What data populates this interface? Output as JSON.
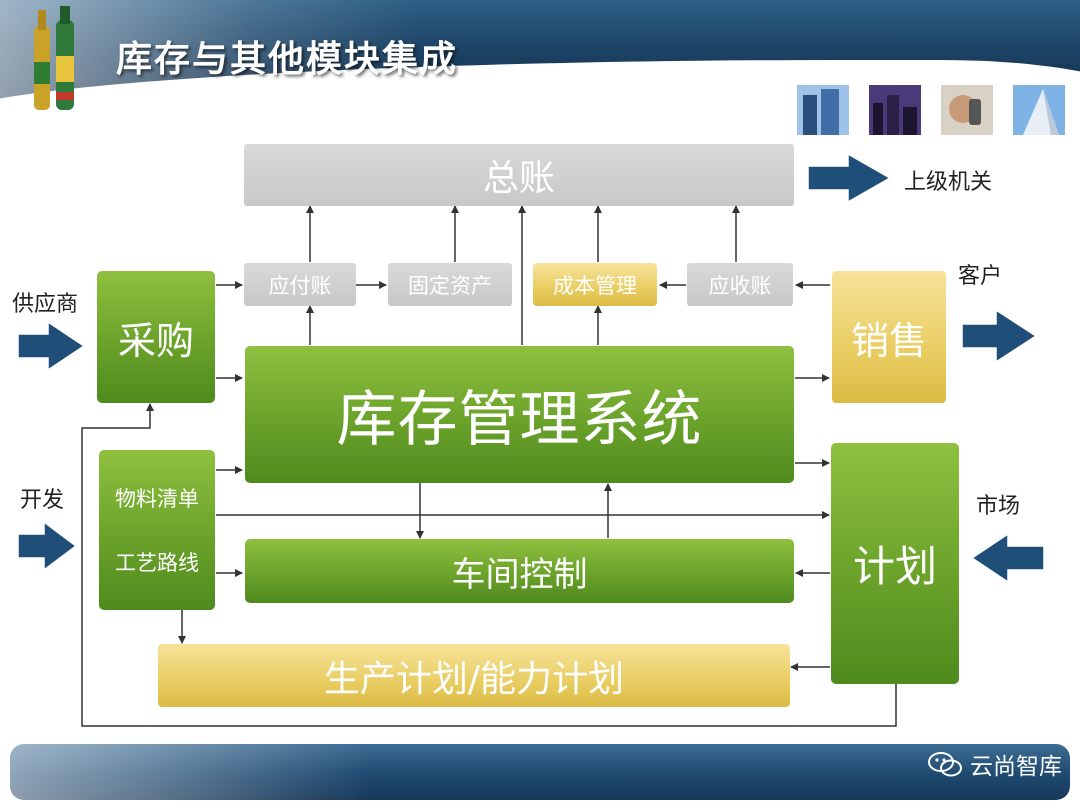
{
  "header": {
    "title": "库存与其他模块集成"
  },
  "diagram": {
    "general_ledger": "总账",
    "higher_authority": "上级机关",
    "accounts_payable": "应付账",
    "fixed_assets": "固定资产",
    "cost_management": "成本管理",
    "accounts_receivable": "应收账",
    "purchasing": "采购",
    "sales": "销售",
    "inventory_system": "库存管理系统",
    "bom": "物料清单",
    "routing": "工艺路线",
    "shop_floor": "车间控制",
    "planning": "计划",
    "production_plan": "生产计划/能力计划",
    "supplier": "供应商",
    "customer": "客户",
    "development": "开发",
    "market": "市场"
  },
  "footer": {
    "brand": "云尚智库"
  },
  "colors": {
    "green": "#6aa22a",
    "yellow": "#e9cd62",
    "gray": "#cccccc",
    "arrow_blue": "#1f4e79",
    "header_blue": "#1d4466"
  }
}
